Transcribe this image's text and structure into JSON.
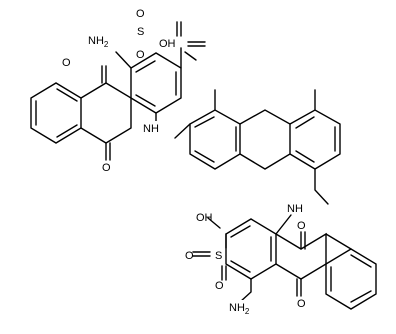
{
  "diagram": {
    "labels": {
      "amine_top": "NH",
      "amine_top_sub": "2",
      "sulfo_top": "S",
      "sulfo_top_o1": "O",
      "sulfo_top_o2": "O",
      "sulfo_top_oh": "OH",
      "quinone_top_o1": "O",
      "quinone_top_o2": "O",
      "imine_left": "NH",
      "imine_right": "NH",
      "sulfo_bottom_oh": "OH",
      "sulfo_bottom": "S",
      "sulfo_bottom_o1": "O",
      "sulfo_bottom_o2": "O",
      "amine_bottom": "NH",
      "amine_bottom_sub": "2",
      "quinone_bottom_o1": "O",
      "quinone_bottom_o2": "O"
    }
  }
}
